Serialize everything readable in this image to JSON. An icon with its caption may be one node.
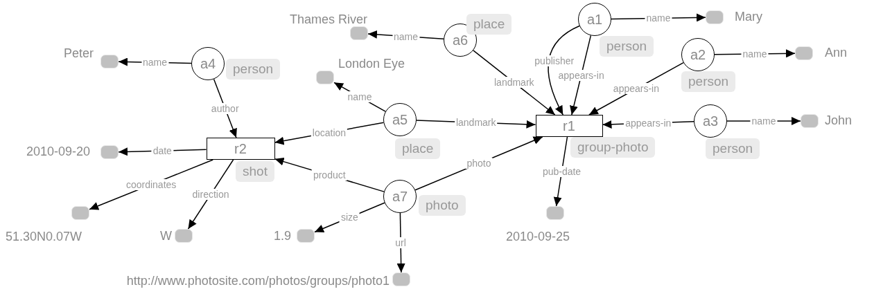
{
  "diagram": {
    "nodes": [
      {
        "text": [
          "a1"
        ],
        "beside": [
          "person"
        ]
      },
      {
        "text": [],
        "shape": "box",
        "beside": [
          "Mary"
        ]
      },
      {
        "text": [],
        "shape": "box",
        "beside": [
          "Thames River"
        ]
      },
      {
        "text": [
          "a6"
        ],
        "beside": [
          "place"
        ]
      },
      {
        "text": [
          "a2"
        ],
        "beside": [
          "person"
        ]
      },
      {
        "text": [],
        "shape": "box",
        "beside": [
          "Ann"
        ]
      },
      {
        "text": [],
        "shape": "box",
        "beside": [
          "Peter"
        ]
      },
      {
        "text": [
          "a4"
        ],
        "beside": [
          "person"
        ]
      },
      {
        "text": [],
        "shape": "box",
        "beside": [
          "London Eye"
        ]
      },
      {
        "text": [
          "a5"
        ],
        "beside": [
          "place"
        ]
      },
      {
        "text": [
          "r1"
        ],
        "beside": [
          "group-photo"
        ]
      },
      {
        "text": [
          "a3"
        ],
        "beside": [
          "person"
        ]
      },
      {
        "text": [],
        "shape": "box",
        "beside": [
          "John"
        ]
      },
      {
        "text": [],
        "shape": "box",
        "beside": [
          "2010-09-20"
        ]
      },
      {
        "text": [
          "r2"
        ],
        "beside": [
          "shot"
        ]
      },
      {
        "text": [],
        "shape": "box",
        "beside": [
          "51.30N0.07W"
        ]
      },
      {
        "text": [
          "a7"
        ],
        "beside": [
          "photo"
        ]
      },
      {
        "text": [],
        "shape": "box",
        "beside": [
          "W"
        ]
      },
      {
        "text": [],
        "shape": "box",
        "beside": [
          "1.9"
        ]
      },
      {
        "text": [],
        "shape": "box",
        "beside": [
          "2010-09-25"
        ]
      },
      {
        "text": [],
        "shape": "box",
        "beside": [
          "http://www.photosite.com/photos/groups/photo1"
        ]
      }
    ],
    "edges": [
      {
        "from": 7,
        "to": 6,
        "arrow": "to",
        "label": "name"
      },
      {
        "from": 7,
        "to": 14,
        "arrow": "to",
        "label": "author"
      },
      {
        "from": 14,
        "to": 13,
        "arrow": "to",
        "label": "date"
      },
      {
        "from": 14,
        "to": 15,
        "arrow": "to",
        "label": "coordinates"
      },
      {
        "from": 14,
        "to": 17,
        "arrow": "to",
        "label": "direction"
      },
      {
        "from": 9,
        "to": 8,
        "arrow": "to",
        "label": "name"
      },
      {
        "from": 9,
        "to": 14,
        "arrow": "to",
        "label": "location"
      },
      {
        "from": 9,
        "to": 10,
        "arrow": "to",
        "label": "landmark"
      },
      {
        "from": 16,
        "to": 14,
        "arrow": "to",
        "label": "product"
      },
      {
        "from": 16,
        "to": 18,
        "arrow": "to",
        "label": "size"
      },
      {
        "from": 16,
        "to": 20,
        "arrow": "to",
        "label": "url"
      },
      {
        "from": 16,
        "to": 10,
        "arrow": "to",
        "label": "photo"
      },
      {
        "from": 3,
        "to": 2,
        "arrow": "to",
        "label": "name"
      },
      {
        "from": 3,
        "to": 10,
        "arrow": "to",
        "label": "landmark"
      },
      {
        "from": 0,
        "to": 10,
        "arrow": "to",
        "label": "publisher"
      },
      {
        "from": 0,
        "to": 10,
        "arrow": "to",
        "label": "appears-in"
      },
      {
        "from": 0,
        "to": 1,
        "arrow": "to",
        "label": "name"
      },
      {
        "from": 4,
        "to": 10,
        "arrow": "to",
        "label": "appears-in"
      },
      {
        "from": 4,
        "to": 5,
        "arrow": "to",
        "label": "name"
      },
      {
        "from": 11,
        "to": 10,
        "arrow": "to",
        "label": "appears-in"
      },
      {
        "from": 11,
        "to": 12,
        "arrow": "to",
        "label": "name"
      },
      {
        "from": 10,
        "to": 19,
        "arrow": "to",
        "label": "pub-date"
      }
    ]
  }
}
